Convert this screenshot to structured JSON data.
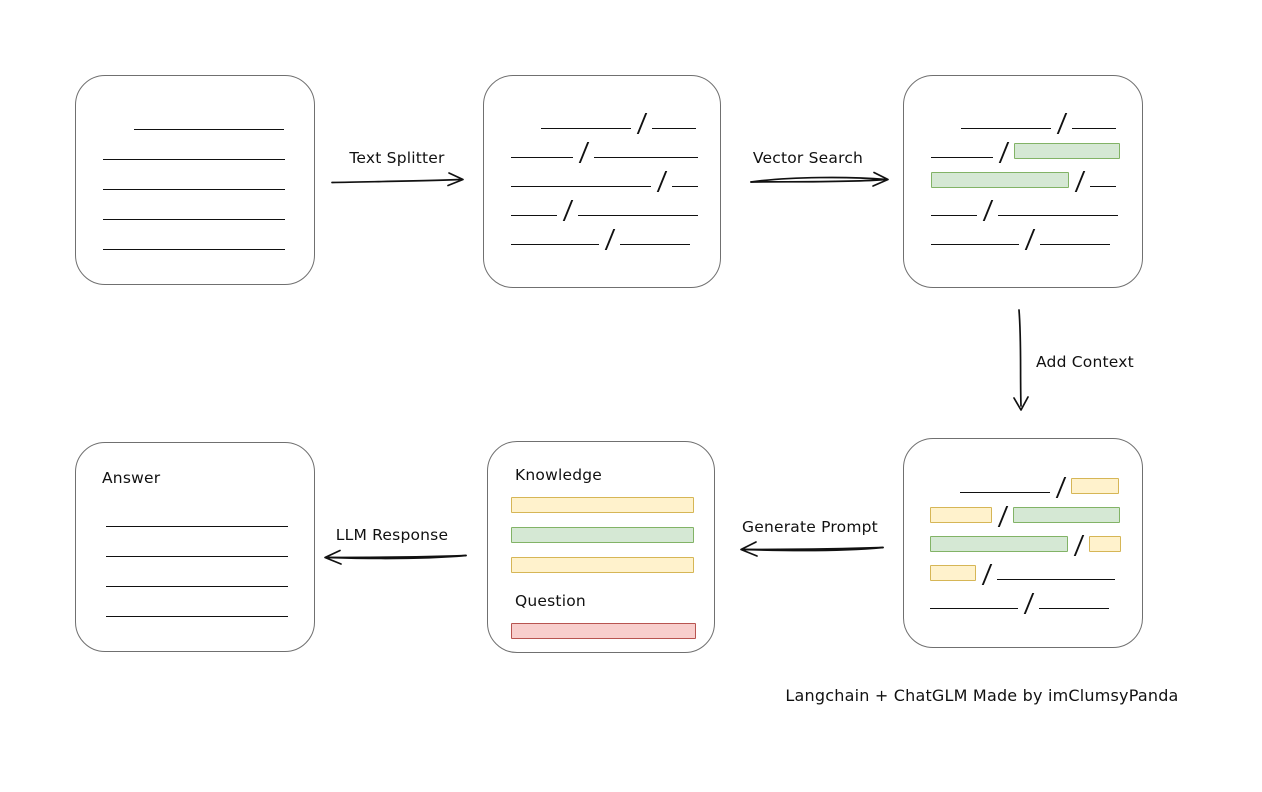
{
  "caption": "Langchain + ChatGLM Made by imClumsyPanda",
  "colors": {
    "green_fill": "#d5e8d4",
    "green_border": "#82b366",
    "yellow_fill": "#fff2cc",
    "yellow_border": "#d6b656",
    "red_fill": "#f8cecc",
    "red_border": "#b85450",
    "box_border": "#707070",
    "ink": "#111111"
  },
  "arrows": {
    "text_splitter": {
      "label": "Text Splitter",
      "direction": "right"
    },
    "vector_search": {
      "label": "Vector Search",
      "direction": "right"
    },
    "add_context": {
      "label": "Add Context",
      "direction": "down"
    },
    "generate_prompt": {
      "label": "Generate Prompt",
      "direction": "left"
    },
    "llm_response": {
      "label": "LLM Response",
      "direction": "left"
    }
  },
  "boxes": {
    "document": {
      "rows": [
        {
          "indent": 31,
          "segs": [
            {
              "t": "line",
              "w": 150
            }
          ]
        },
        {
          "segs": [
            {
              "t": "line",
              "w": 182
            }
          ]
        },
        {
          "segs": [
            {
              "t": "line",
              "w": 182
            }
          ]
        },
        {
          "segs": [
            {
              "t": "line",
              "w": 182
            }
          ]
        },
        {
          "segs": [
            {
              "t": "line",
              "w": 182
            }
          ]
        }
      ]
    },
    "chunks": {
      "rows": [
        {
          "indent": 30,
          "segs": [
            {
              "t": "line",
              "w": 90
            },
            {
              "t": "slash"
            },
            {
              "t": "line",
              "w": 44
            }
          ]
        },
        {
          "segs": [
            {
              "t": "line",
              "w": 62
            },
            {
              "t": "slash"
            },
            {
              "t": "line",
              "w": 104
            }
          ]
        },
        {
          "segs": [
            {
              "t": "line",
              "w": 140
            },
            {
              "t": "slash"
            },
            {
              "t": "line",
              "w": 26
            }
          ]
        },
        {
          "segs": [
            {
              "t": "line",
              "w": 46
            },
            {
              "t": "slash"
            },
            {
              "t": "line",
              "w": 120
            }
          ]
        },
        {
          "segs": [
            {
              "t": "line",
              "w": 88
            },
            {
              "t": "slash"
            },
            {
              "t": "line",
              "w": 70
            }
          ]
        }
      ]
    },
    "search_results": {
      "rows": [
        {
          "indent": 30,
          "segs": [
            {
              "t": "line",
              "w": 90
            },
            {
              "t": "slash"
            },
            {
              "t": "line",
              "w": 44
            }
          ]
        },
        {
          "segs": [
            {
              "t": "line",
              "w": 62
            },
            {
              "t": "slash"
            },
            {
              "t": "green",
              "w": 106
            }
          ]
        },
        {
          "segs": [
            {
              "t": "green",
              "w": 138
            },
            {
              "t": "slash"
            },
            {
              "t": "line",
              "w": 26
            }
          ]
        },
        {
          "segs": [
            {
              "t": "line",
              "w": 46
            },
            {
              "t": "slash"
            },
            {
              "t": "line",
              "w": 120
            }
          ]
        },
        {
          "segs": [
            {
              "t": "line",
              "w": 88
            },
            {
              "t": "slash"
            },
            {
              "t": "line",
              "w": 70
            }
          ]
        }
      ]
    },
    "context": {
      "rows": [
        {
          "indent": 30,
          "segs": [
            {
              "t": "line",
              "w": 90
            },
            {
              "t": "slash"
            },
            {
              "t": "yellow",
              "w": 48
            }
          ]
        },
        {
          "segs": [
            {
              "t": "yellow",
              "w": 62
            },
            {
              "t": "slash"
            },
            {
              "t": "green",
              "w": 107
            }
          ]
        },
        {
          "segs": [
            {
              "t": "green",
              "w": 138
            },
            {
              "t": "slash"
            },
            {
              "t": "yellow",
              "w": 32
            }
          ]
        },
        {
          "segs": [
            {
              "t": "yellow",
              "w": 46
            },
            {
              "t": "slash"
            },
            {
              "t": "line",
              "w": 118
            }
          ]
        },
        {
          "segs": [
            {
              "t": "line",
              "w": 88
            },
            {
              "t": "slash"
            },
            {
              "t": "line",
              "w": 70
            }
          ]
        }
      ]
    },
    "prompt": {
      "knowledge_label": "Knowledge",
      "question_label": "Question",
      "knowledge_rows": [
        {
          "segs": [
            {
              "t": "yellow",
              "w": 183
            }
          ]
        },
        {
          "segs": [
            {
              "t": "green",
              "w": 183
            }
          ]
        },
        {
          "segs": [
            {
              "t": "yellow",
              "w": 183
            }
          ]
        }
      ],
      "question_rows": [
        {
          "segs": [
            {
              "t": "red",
              "w": 185
            }
          ]
        }
      ]
    },
    "answer": {
      "label": "Answer",
      "rows": [
        {
          "segs": [
            {
              "t": "line",
              "w": 182
            }
          ]
        },
        {
          "segs": [
            {
              "t": "line",
              "w": 182
            }
          ]
        },
        {
          "segs": [
            {
              "t": "line",
              "w": 182
            }
          ]
        },
        {
          "segs": [
            {
              "t": "line",
              "w": 182
            }
          ]
        }
      ]
    }
  }
}
